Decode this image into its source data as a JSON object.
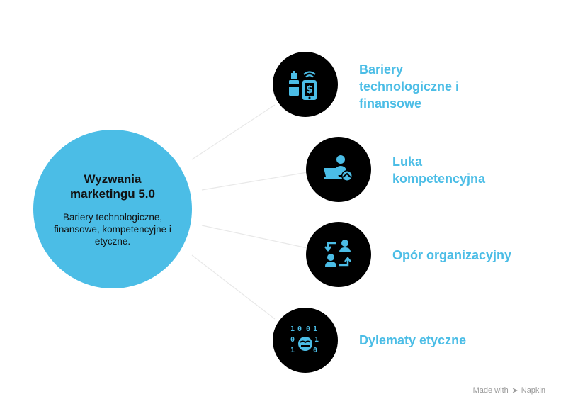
{
  "hub": {
    "title": "Wyzwania marketingu 5.0",
    "description": "Bariery technologiczne, finansowe, kompetencyjne i etyczne."
  },
  "items": [
    {
      "label": "Bariery technologiczne i finansowe",
      "icon": "mobile-payment-icon"
    },
    {
      "label": "Luka kompetencyjna",
      "icon": "person-laptop-icon"
    },
    {
      "label": "Opór organizacyjny",
      "icon": "user-exchange-icon"
    },
    {
      "label": "Dylematy etyczne",
      "icon": "binary-privacy-icon"
    }
  ],
  "watermark": {
    "prefix": "Made with",
    "brand": "Napkin"
  },
  "colors": {
    "accent": "#4bbde6",
    "node_bg": "#000000",
    "icon": "#4bbde6",
    "connector": "#e6e6e6"
  }
}
